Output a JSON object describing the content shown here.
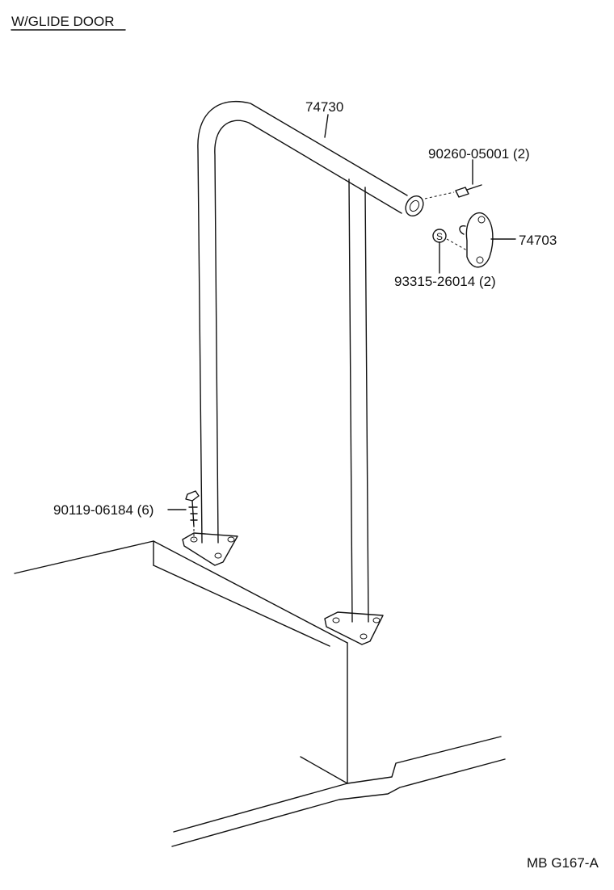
{
  "header": {
    "title": "W/GLIDE DOOR"
  },
  "parts": {
    "grab_bar": "74730",
    "screw": "90260-05001 (2)",
    "bracket": "74703",
    "nut": "93315-26014 (2)",
    "bolt": "90119-06184 (6)"
  },
  "nut_symbol": "S",
  "footer": {
    "code": "MB G167-A"
  }
}
